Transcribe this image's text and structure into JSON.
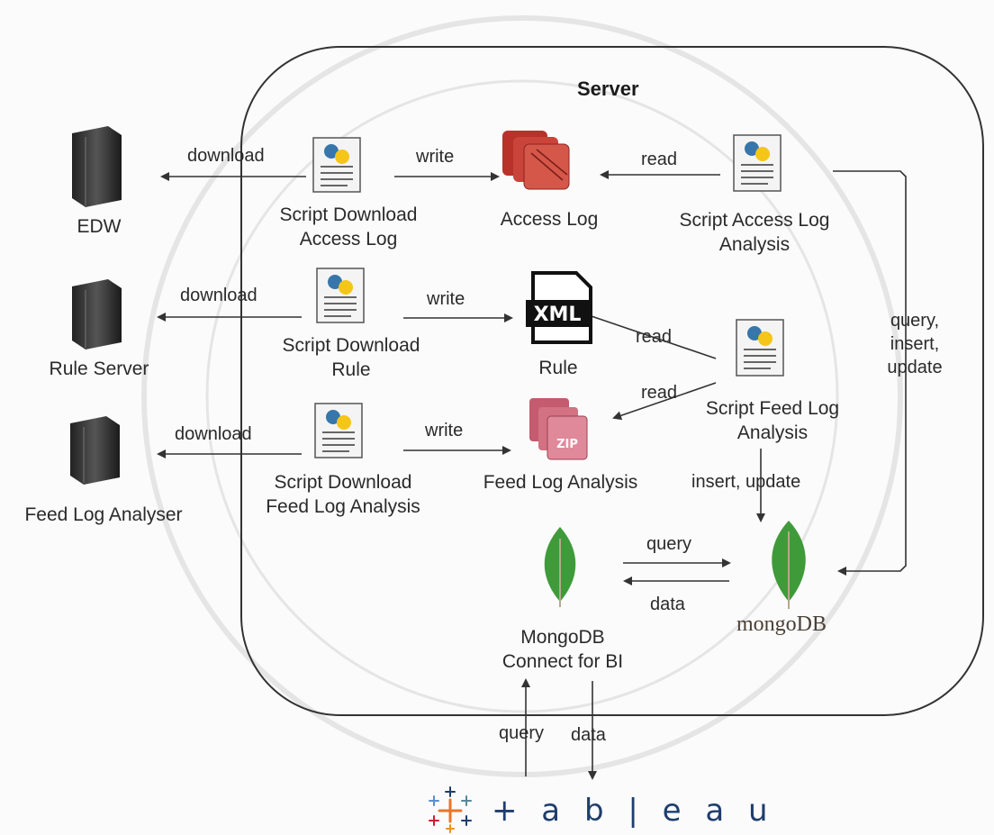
{
  "server_title": "Server",
  "nodes": {
    "edw": "EDW",
    "rule_server": "Rule Server",
    "feed_log_analyser": "Feed Log Analyser",
    "script_dl_access_1": "Script Download",
    "script_dl_access_2": "Access Log",
    "script_dl_rule_1": "Script Download",
    "script_dl_rule_2": "Rule",
    "script_dl_feed_1": "Script Download",
    "script_dl_feed_2": "Feed Log Analysis",
    "access_log": "Access Log",
    "rule": "Rule",
    "feed_log_analysis": "Feed Log Analysis",
    "script_access_analysis_1": "Script Access Log",
    "script_access_analysis_2": "Analysis",
    "script_feed_analysis_1": "Script Feed Log",
    "script_feed_analysis_2": "Analysis",
    "mongo_bi_1": "MongoDB",
    "mongo_bi_2": "Connect for BI",
    "mongodb_logo": "mongoDB",
    "tableau_logo": "+ a b | e a u"
  },
  "edges": {
    "download_1": "download",
    "download_2": "download",
    "download_3": "download",
    "write_1": "write",
    "write_2": "write",
    "write_3": "write",
    "read_1": "read",
    "read_2": "read",
    "read_3": "read",
    "query_insert_update_1": "query,",
    "query_insert_update_2": "insert,",
    "query_insert_update_3": "update",
    "insert_update": "insert, update",
    "query_mongo": "query",
    "data_mongo": "data",
    "query_tableau": "query",
    "data_tableau": "data"
  },
  "icons": {
    "server": "server-tower-icon",
    "python_script": "python-script-icon",
    "archive": "gz-archive-icon",
    "xml": "xml-file-icon",
    "zip": "zip-archive-icon",
    "mongo_leaf": "mongodb-leaf-icon",
    "tableau": "tableau-cross-icon"
  },
  "colors": {
    "line": "#333333",
    "leaf": "#3f9b3a",
    "archive": "#c0392b",
    "zip": "#d86b7e",
    "tableau_blue": "#1f3d6e"
  }
}
